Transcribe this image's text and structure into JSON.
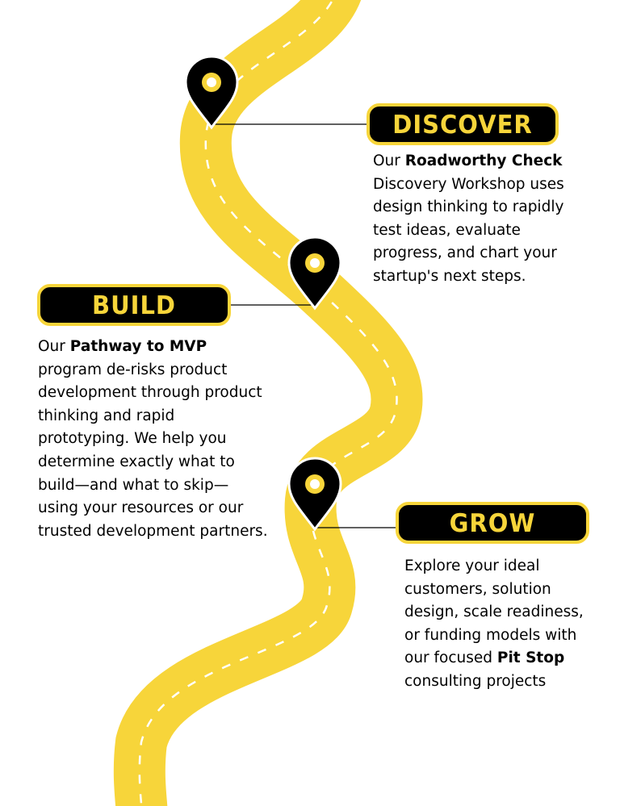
{
  "colors": {
    "road": "#f7d53a",
    "accent": "#f7d53a",
    "pin": "#000000",
    "text": "#000000"
  },
  "stages": [
    {
      "title": "DISCOVER",
      "text_before": "Our ",
      "highlight": "Roadworthy Check",
      "text_after": " Discovery Workshop uses design thinking to rapidly test ideas, evaluate progress, and chart your startup's next steps."
    },
    {
      "title": "BUILD",
      "text_before": "Our ",
      "highlight": "Pathway to MVP",
      "text_after": " program de-risks product development through product thinking and rapid prototyping. We help you determine exactly what to build—and what to skip—using your resources or our trusted development partners."
    },
    {
      "title": "GROW",
      "text_before": "Explore your ideal customers, solution design, scale readiness, or funding models with our focused ",
      "highlight": "Pit Stop",
      "text_after": " consulting projects"
    }
  ]
}
